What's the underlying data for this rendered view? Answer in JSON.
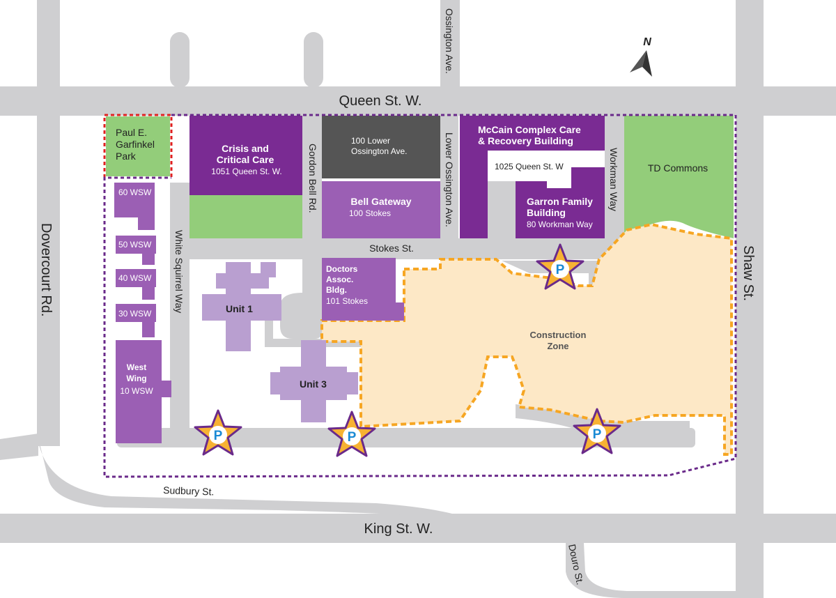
{
  "colors": {
    "road": "#cfcfd1",
    "purple_dark": "#7a2b93",
    "purple_mid": "#9b5fb4",
    "purple_light": "#b99fd0",
    "green": "#93cd7a",
    "gray_building": "#555555",
    "construction_fill": "#fde8c6",
    "construction_border": "#f6a623",
    "boundary_purple": "#6a2a8a",
    "boundary_red": "#e02020",
    "parking_star": "#f7b233",
    "parking_p": "#1a8ad4"
  },
  "compass": {
    "label": "N",
    "icon": "north-arrow-icon"
  },
  "streets": {
    "queen": "Queen St. W.",
    "king": "King St. W.",
    "ossington": "Ossington Ave.",
    "dovercourt": "Dovercourt Rd.",
    "shaw": "Shaw St.",
    "stokes": "Stokes St.",
    "gordon_bell": "Gordon Bell Rd.",
    "lower_ossington": "Lower Ossington Ave.",
    "workman": "Workman Way",
    "white_squirrel": "White Squirrel Way",
    "sudbury": "Sudbury St.",
    "douro": "Douro St."
  },
  "buildings": {
    "park": {
      "line1": "Paul E.",
      "line2": "Garfinkel",
      "line3": "Park"
    },
    "crisis": {
      "line1": "Crisis and",
      "line2": "Critical Care",
      "address": "1051 Queen St. W."
    },
    "lower_ossington_100": {
      "line1": "100 Lower",
      "line2": "Ossington Ave."
    },
    "bell_gateway": {
      "name": "Bell Gateway",
      "address": "100 Stokes"
    },
    "mccain": {
      "line1": "McCain Complex Care",
      "line2": "& Recovery Building"
    },
    "queen_1025": {
      "label": "1025 Queen St. W"
    },
    "garron": {
      "line1": "Garron Family",
      "line2": "Building",
      "address": "80 Workman Way"
    },
    "td_commons": {
      "name": "TD Commons"
    },
    "doctors": {
      "line1": "Doctors",
      "line2": "Assoc.",
      "line3": "Bldg.",
      "address": "101 Stokes"
    },
    "unit1": {
      "name": "Unit 1"
    },
    "unit3": {
      "name": "Unit 3"
    },
    "wsw60": {
      "name": "60 WSW"
    },
    "wsw50": {
      "name": "50 WSW"
    },
    "wsw40": {
      "name": "40 WSW"
    },
    "wsw30": {
      "name": "30 WSW"
    },
    "west_wing": {
      "line1": "West",
      "line2": "Wing",
      "address": "10 WSW"
    }
  },
  "construction": {
    "line1": "Construction",
    "line2": "Zone"
  },
  "parking": [
    {
      "label": "P"
    },
    {
      "label": "P"
    },
    {
      "label": "P"
    },
    {
      "label": "P"
    }
  ]
}
